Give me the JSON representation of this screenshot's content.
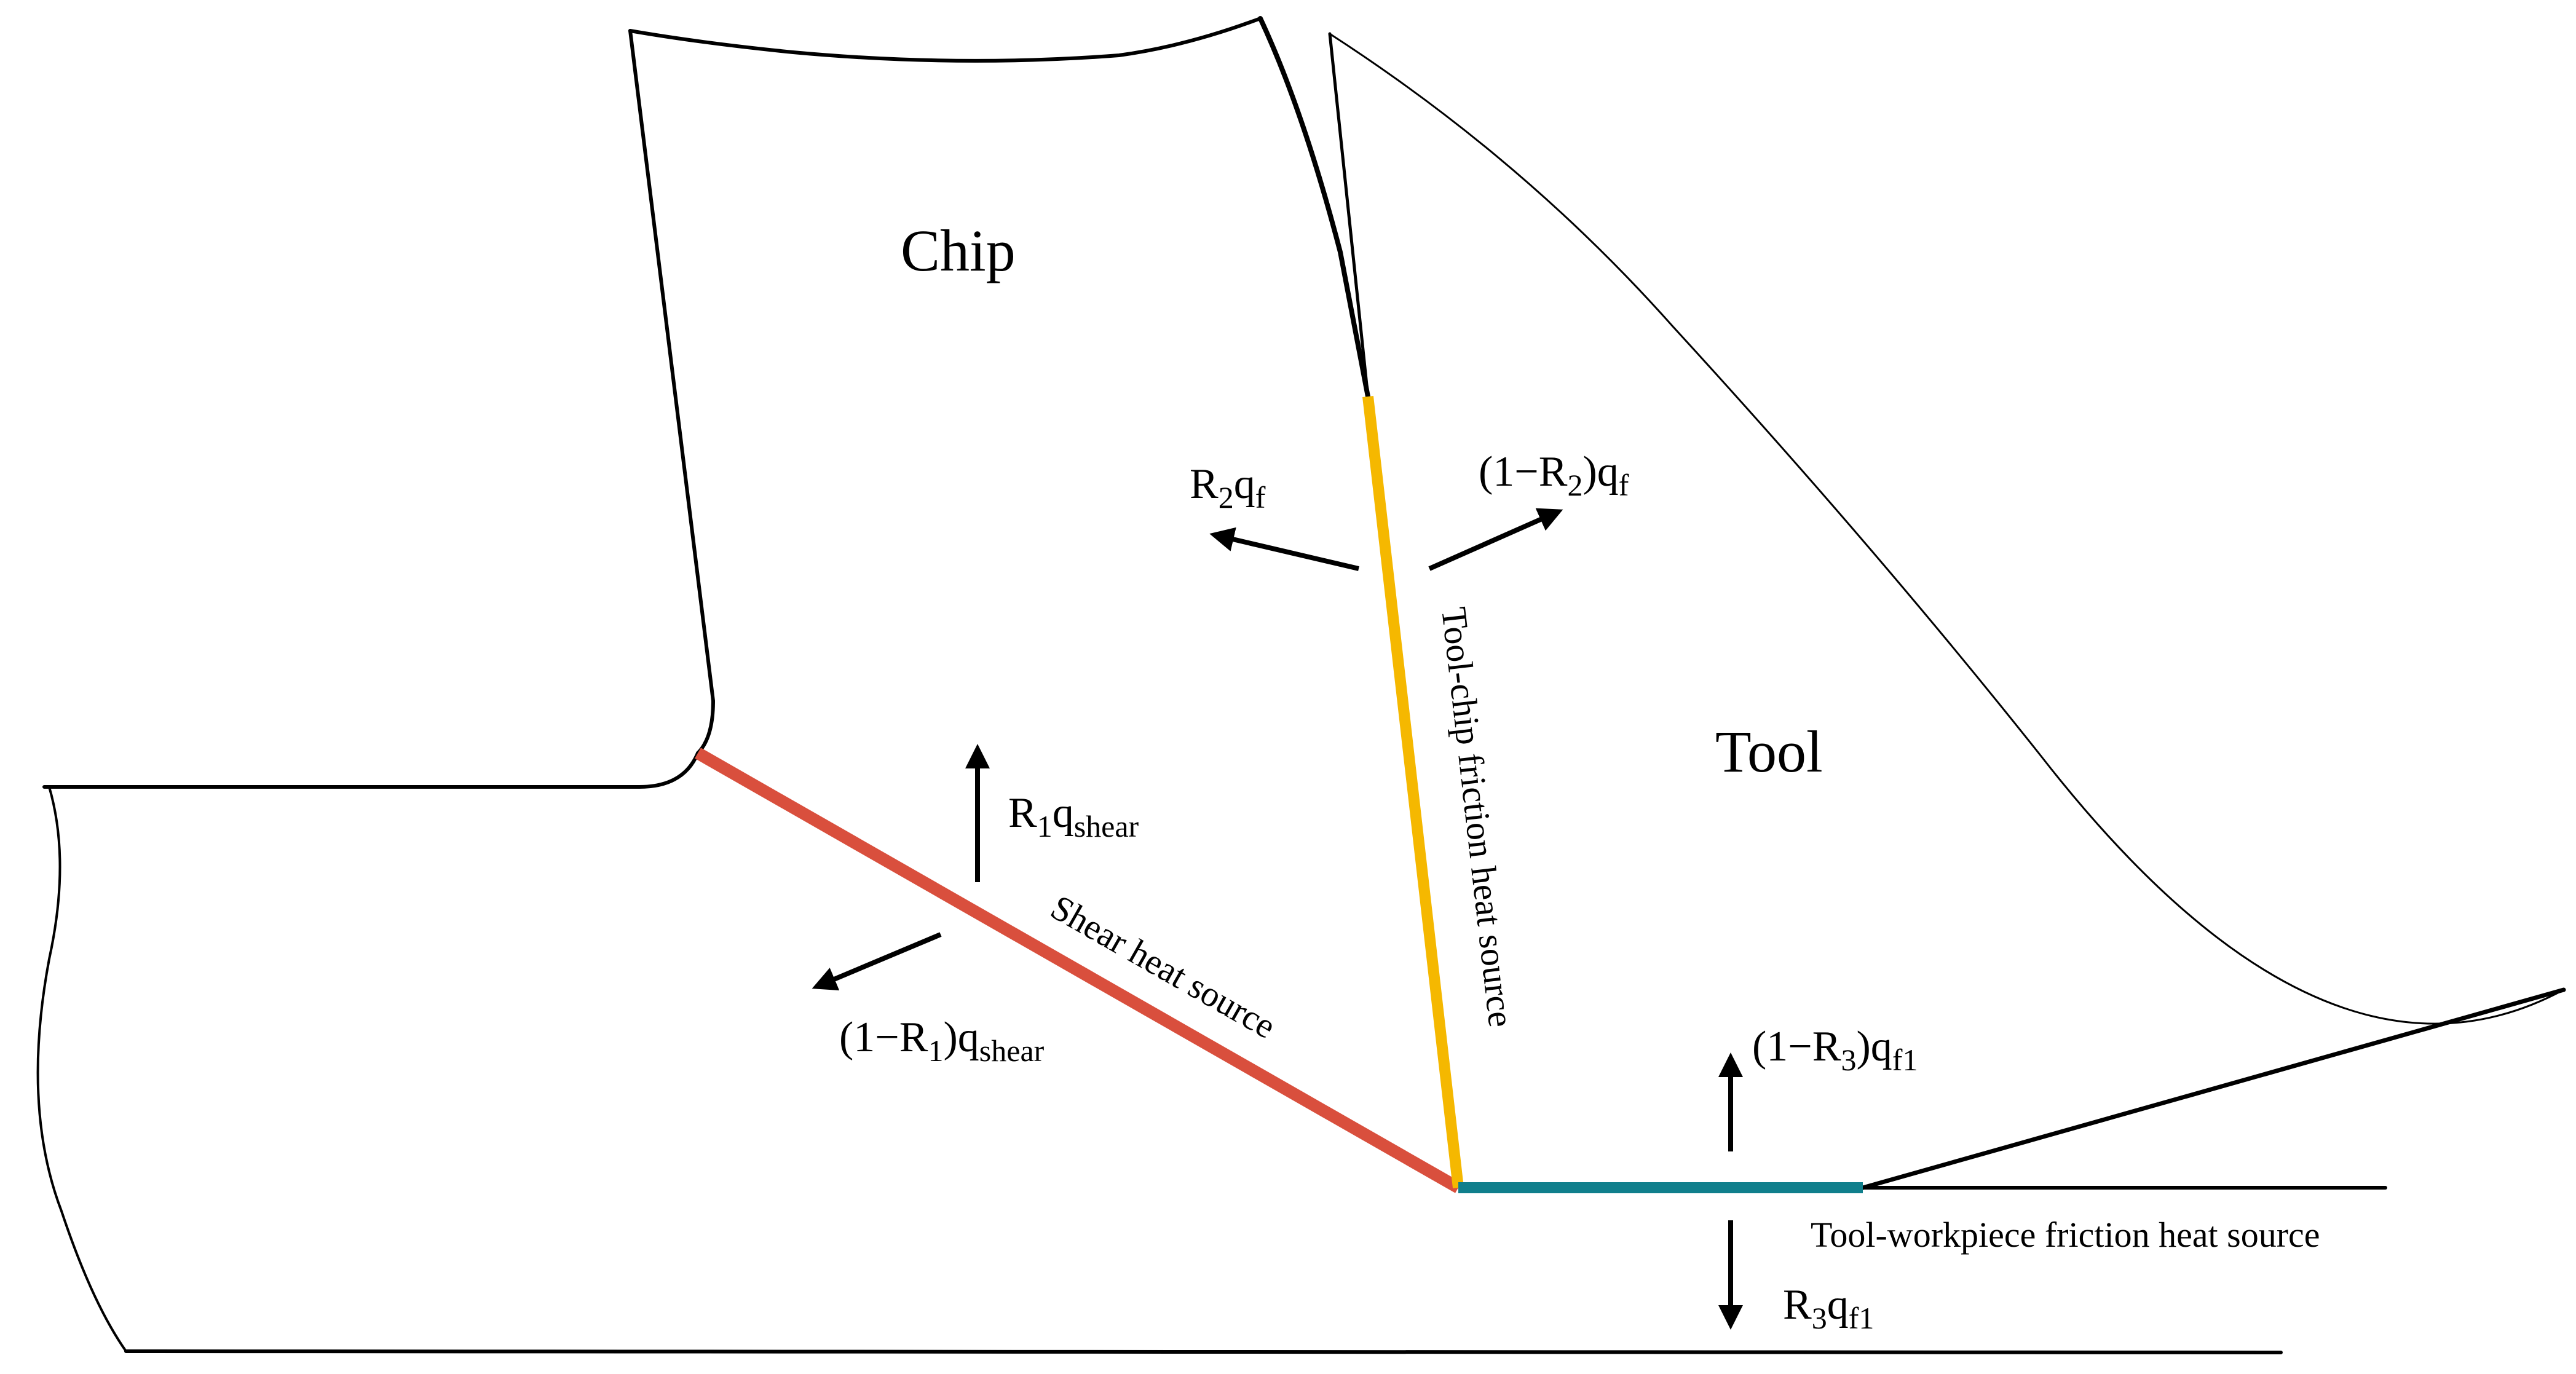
{
  "regions": {
    "chip": "Chip",
    "tool": "Tool"
  },
  "heat_sources": {
    "shear": {
      "label": "Shear heat source",
      "color": "#d94f3d"
    },
    "tool_chip": {
      "label": "Tool-chip friction heat source",
      "color": "#f5b800"
    },
    "tool_workpiece": {
      "label": "Tool-workpiece friction heat source",
      "color": "#107f8c"
    }
  },
  "fluxes": {
    "r1": {
      "base": "R",
      "base_sub": "1",
      "q": "q",
      "q_sub": "shear"
    },
    "one_minus_r1": {
      "prefix": "(1−R",
      "prefix_sub": "1",
      "suffix": ")q",
      "q_sub": "shear"
    },
    "r2": {
      "base": "R",
      "base_sub": "2",
      "q": "q",
      "q_sub": "f"
    },
    "one_minus_r2": {
      "prefix": "(1−R",
      "prefix_sub": "2",
      "suffix": ")q",
      "q_sub": "f"
    },
    "r3": {
      "base": "R",
      "base_sub": "3",
      "q": "q",
      "q_sub": "f1"
    },
    "one_minus_r3": {
      "prefix": "(1−R",
      "prefix_sub": "3",
      "suffix": ")q",
      "q_sub": "f1"
    }
  },
  "colors": {
    "outline": "#000000",
    "background": "#ffffff"
  }
}
